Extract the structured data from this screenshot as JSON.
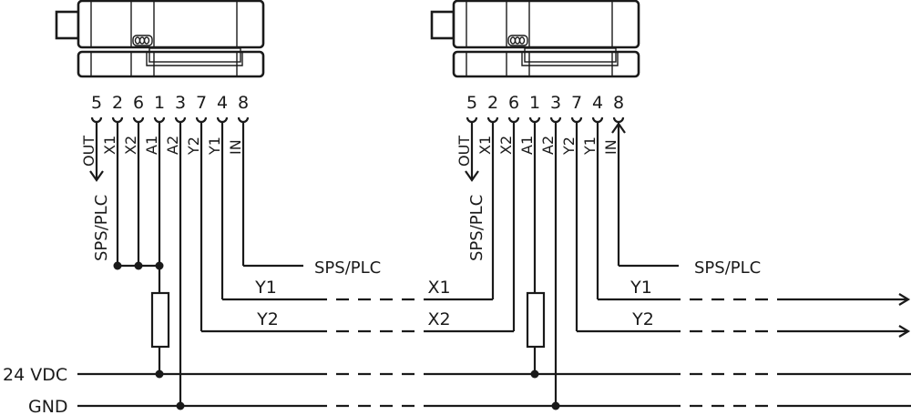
{
  "devices": [
    {
      "pins": [
        "5",
        "2",
        "6",
        "1",
        "3",
        "7",
        "4",
        "8"
      ],
      "terminals": [
        "OUT",
        "X1",
        "X2",
        "A1",
        "A2",
        "Y2",
        "Y1",
        "IN"
      ],
      "out_target": "SPS/PLC",
      "in_source": "SPS/PLC",
      "y1_label": "Y1",
      "y2_label": "Y2"
    },
    {
      "pins": [
        "5",
        "2",
        "6",
        "1",
        "3",
        "7",
        "4",
        "8"
      ],
      "terminals": [
        "OUT",
        "X1",
        "X2",
        "A1",
        "A2",
        "Y2",
        "Y1",
        "IN"
      ],
      "out_target": "SPS/PLC",
      "in_source": "SPS/PLC",
      "x1_label": "X1",
      "x2_label": "X2",
      "y1_label": "Y1",
      "y2_label": "Y2"
    }
  ],
  "supply": {
    "positive": "24 VDC",
    "ground": "GND"
  }
}
